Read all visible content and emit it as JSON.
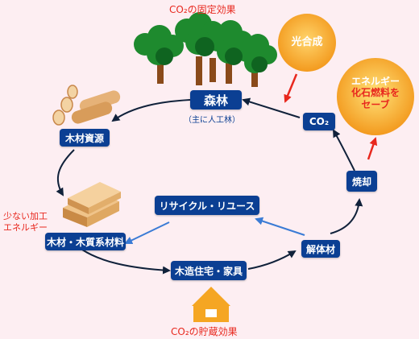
{
  "top_label": "CO₂の固定効果",
  "bottom_label": "CO₂の貯蔵効果",
  "photosynthesis": "光合成",
  "energy": {
    "line1": "エネルギー",
    "line2": "化石燃料を",
    "line3": "セーブ"
  },
  "low_energy": {
    "line1": "少ない加工",
    "line2": "エネルギー"
  },
  "nodes": {
    "forest": "森林",
    "forest_sub": "（主に人工林）",
    "co2": "CO₂",
    "timber": "木材資源",
    "incinerate": "焼却",
    "recycle": "リサイクル・リユース",
    "materials": "木材・木質系材料",
    "demolition": "解体材",
    "housing": "木造住宅・家具"
  },
  "colors": {
    "node": "#0b3f93",
    "arrow_dark": "#10213a",
    "arrow_blue": "#3a7bd5",
    "red": "#e8281e",
    "orange_circle": "#f39a1e",
    "house": "#f5a623",
    "bg": "#fdeef2"
  }
}
